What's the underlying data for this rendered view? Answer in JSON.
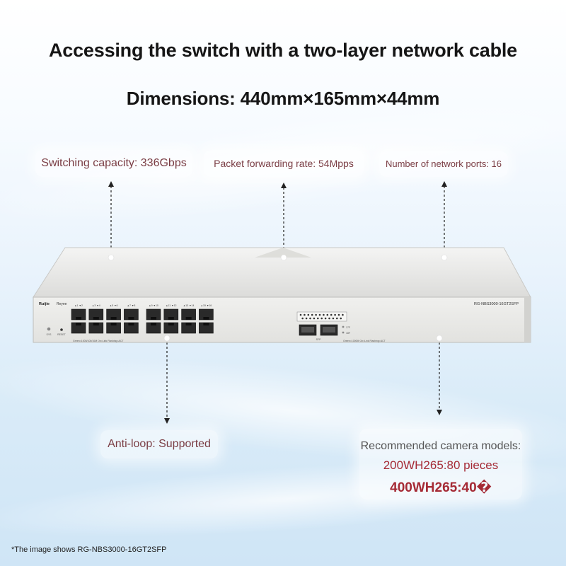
{
  "title": "Accessing the switch with a two-layer network cable",
  "dimensions": "Dimensions: 440mm×165mm×44mm",
  "callouts": {
    "switching_capacity": "Switching capacity: 336Gbps",
    "packet_forwarding": "Packet forwarding rate: 54Mpps",
    "network_ports": "Number of network ports: 16",
    "anti_loop": "Anti-loop: Supported",
    "camera_heading": "Recommended camera models:",
    "camera_line1": "200WH265:80 pieces",
    "camera_line2": "400WH265:40�"
  },
  "device": {
    "brand": "Ruijie",
    "sub_brand": "Reyee",
    "model_label": "RG-NBS3000-16GT2SFP",
    "port_numbers_top": [
      "1",
      "3",
      "5",
      "7",
      "9",
      "11",
      "13",
      "15"
    ],
    "port_numbers_bottom": [
      "2",
      "4",
      "6",
      "8",
      "10",
      "12",
      "14",
      "16"
    ],
    "sys_label": "SYS",
    "reset_label": "RESET",
    "rj45_legend": "Green=1000/100/10M  On=Link  Flashing=ACT",
    "sfp_legend": "Green=1000M  On=Link  Flashing=ACT",
    "sfp_label": "SFP",
    "sfp_port_labels": [
      "17F",
      "18F"
    ]
  },
  "footnote": "*The image shows RG-NBS3000-16GT2SFP",
  "colors": {
    "spec_label": "#7a3d44",
    "camera_highlight": "#a52a35",
    "device_body": "#e8e8e6",
    "port_fill": "#2a2a2a"
  }
}
